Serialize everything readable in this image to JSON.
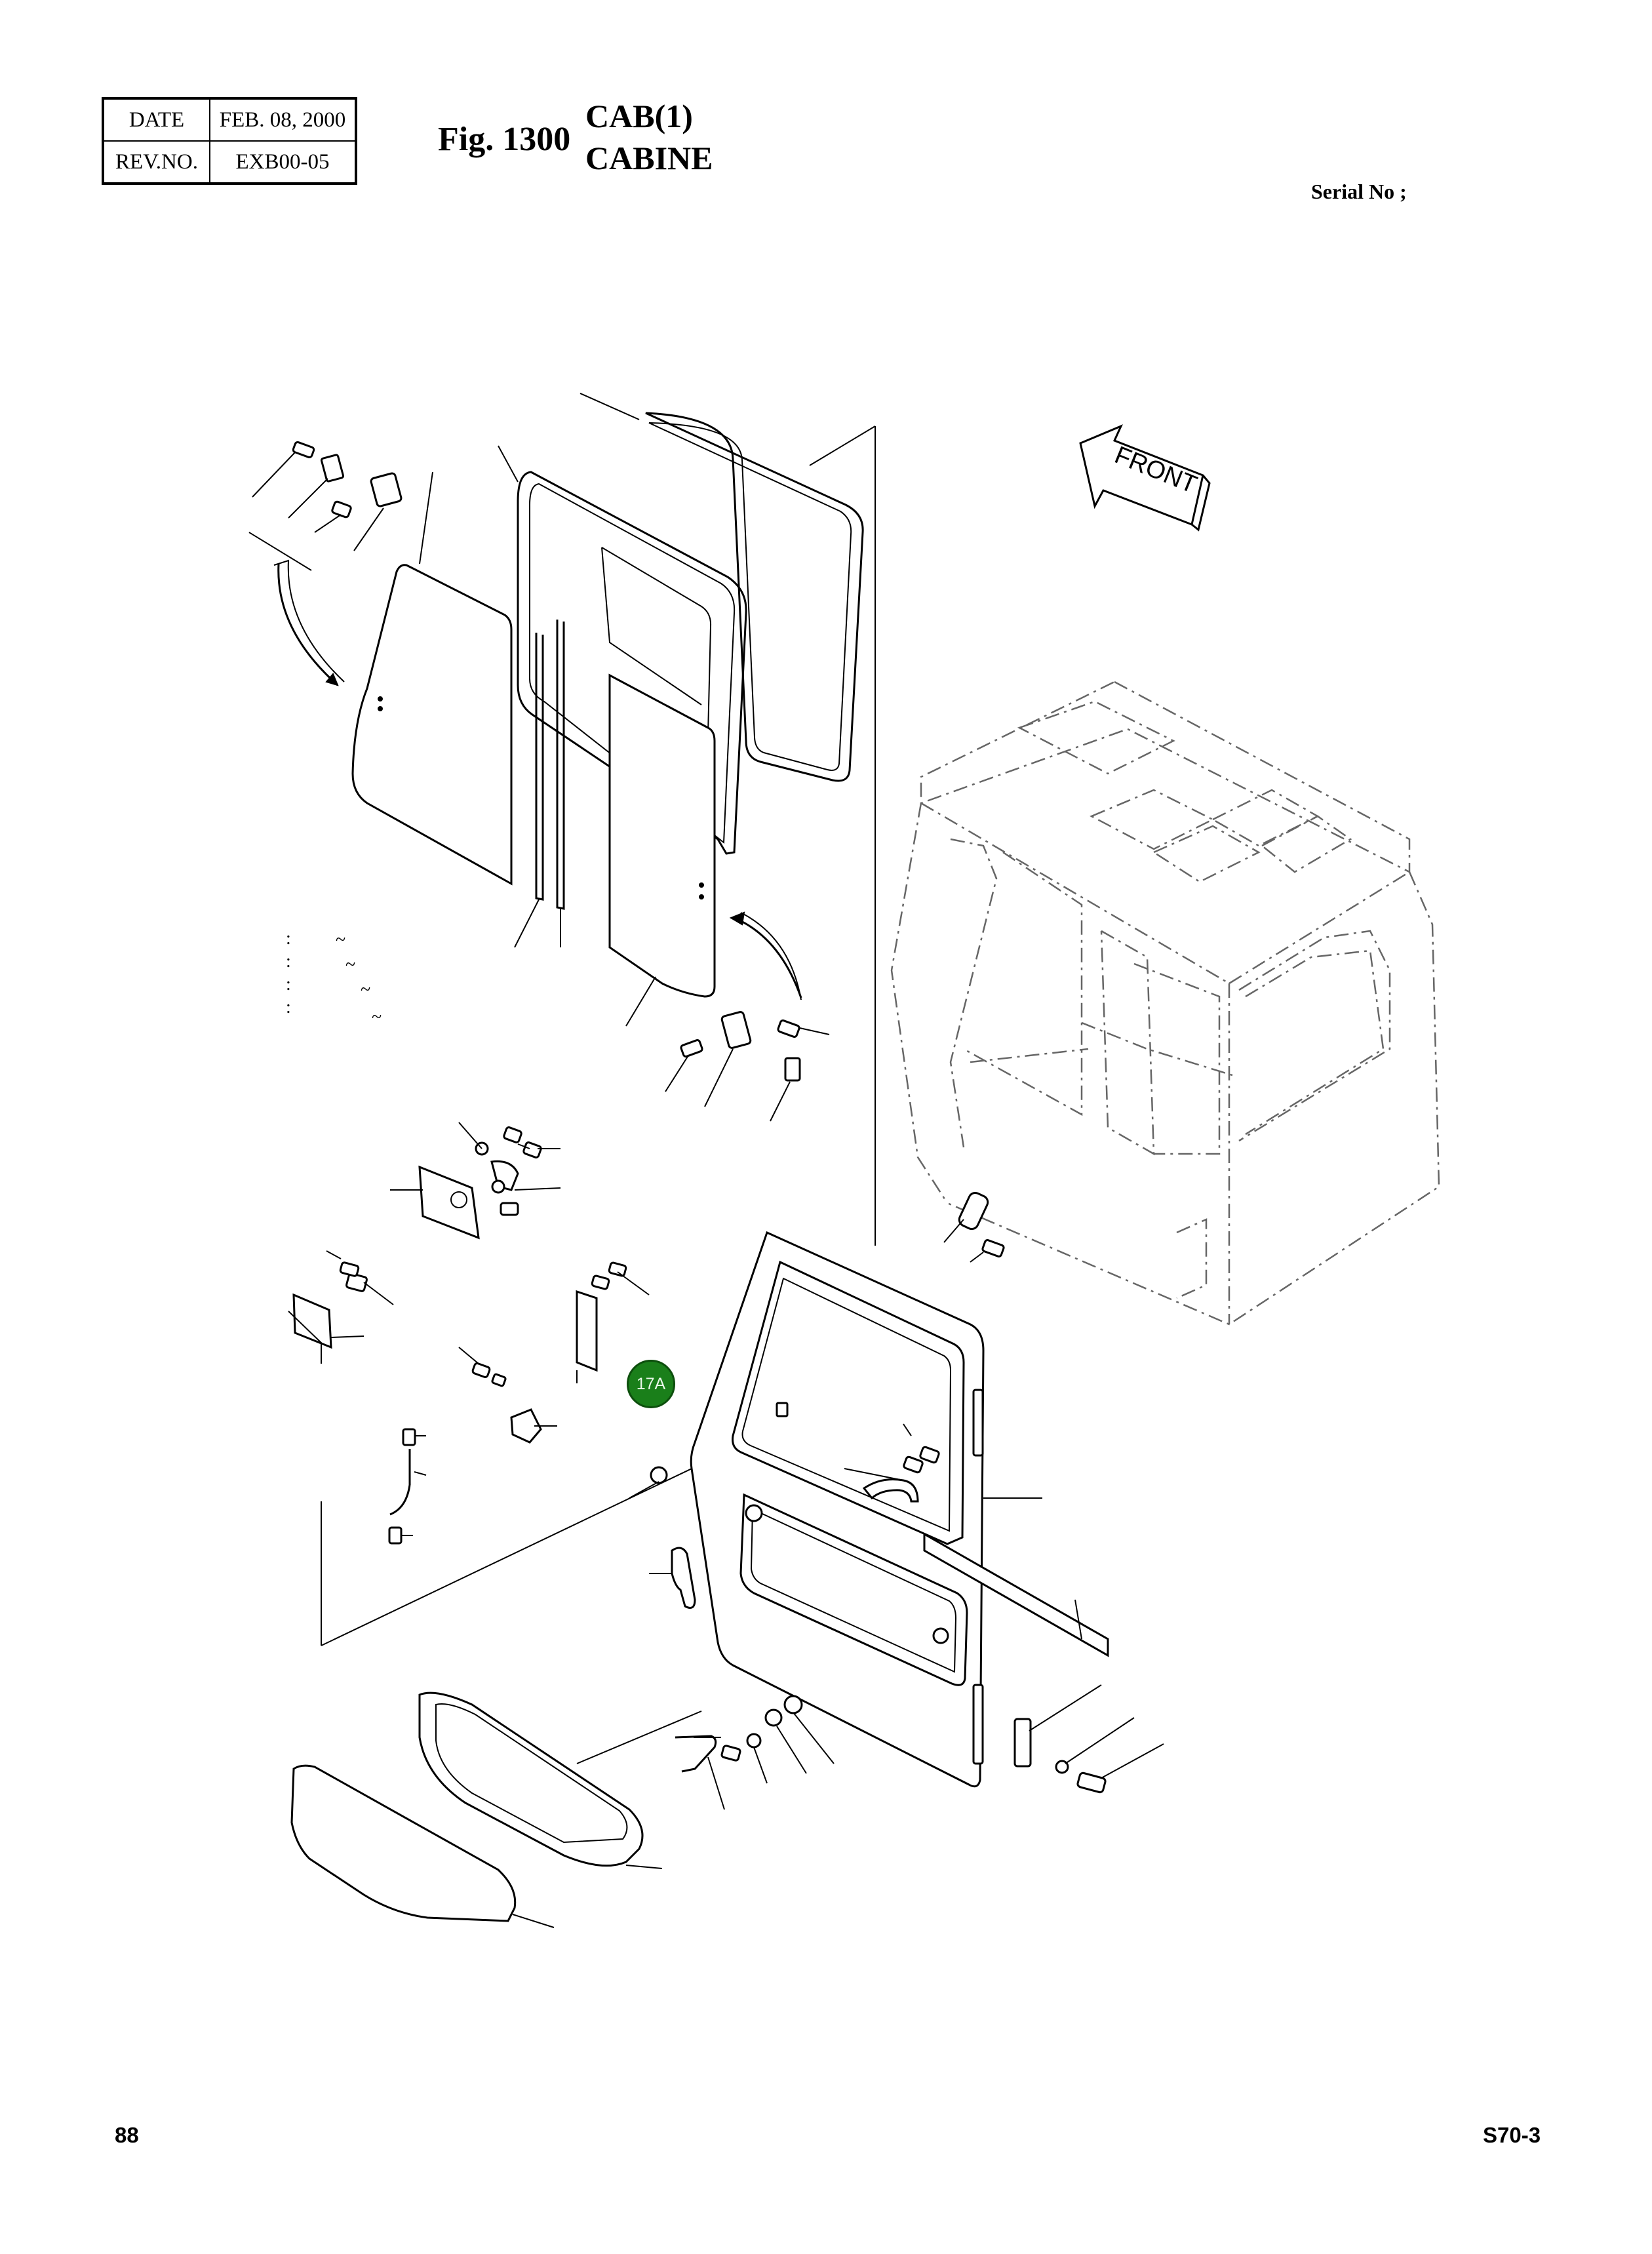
{
  "header": {
    "date_label": "DATE",
    "date_value": "FEB. 08, 2000",
    "rev_label": "REV.NO.",
    "rev_value": "EXB00-05",
    "figure_label": "Fig. 1300",
    "title_line1": "CAB(1)",
    "title_line2": "CABINE",
    "serial_label": "Serial No ;"
  },
  "drawing": {
    "front_arrow_label": "FRONT",
    "callout_label": "17A",
    "callout_color": "#1a7f1a"
  },
  "footer": {
    "page_number": "88",
    "model_code": "S70-3"
  }
}
